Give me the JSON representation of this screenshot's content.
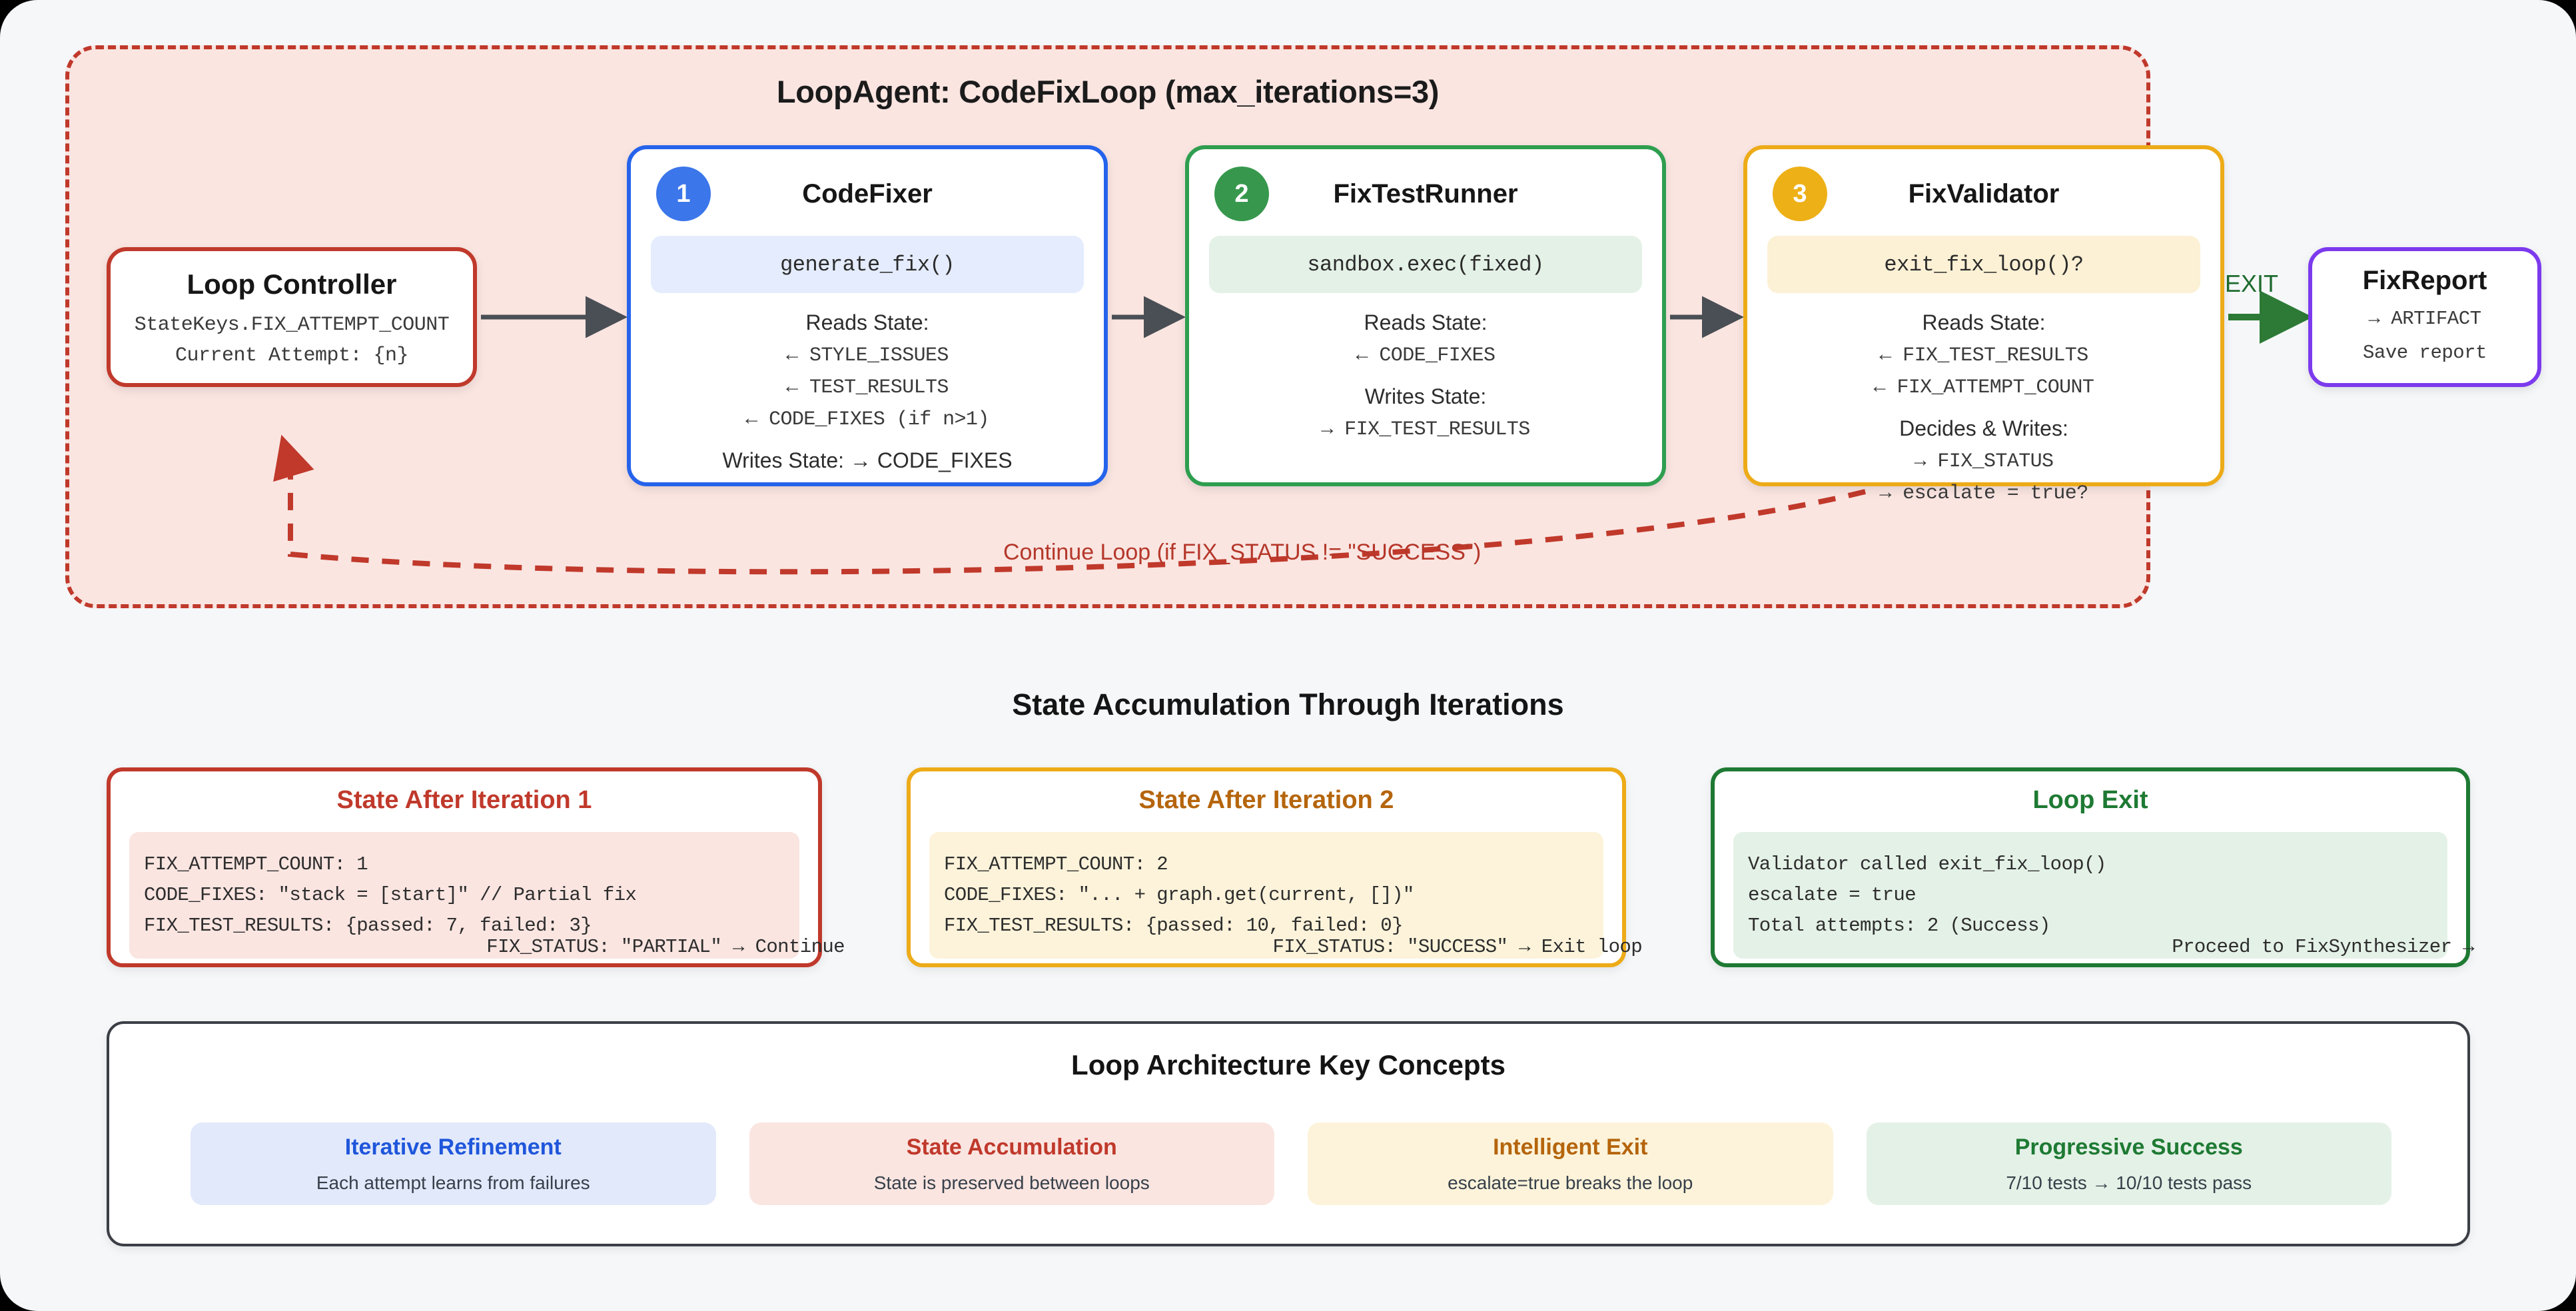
{
  "loop": {
    "title": "LoopAgent: CodeFixLoop (max_iterations=3)",
    "continue_label": "Continue Loop (if FIX_STATUS != \"SUCCESS\")",
    "exit_label": "EXIT",
    "border_color": "#c0392b",
    "fill_color": "#fae5e1"
  },
  "loop_controller": {
    "title": "Loop Controller",
    "line1": "StateKeys.FIX_ATTEMPT_COUNT",
    "line2": "Current Attempt: {n}",
    "color": "#c0392b"
  },
  "agents": [
    {
      "badge": "1",
      "title": "CodeFixer",
      "code": "generate_fix()",
      "reads_label": "Reads State:",
      "reads": [
        "← STYLE_ISSUES",
        "← TEST_RESULTS",
        "← CODE_FIXES (if n>1)"
      ],
      "writes_inline": "Writes State: → CODE_FIXES",
      "writes_label": "",
      "writes": [],
      "extra": "",
      "color": "#2563eb",
      "badge_color": "#3b76ea",
      "chip_color": "#e4ecfd"
    },
    {
      "badge": "2",
      "title": "FixTestRunner",
      "code": "sandbox.exec(fixed)",
      "reads_label": "Reads State:",
      "reads": [
        "← CODE_FIXES"
      ],
      "writes_inline": "",
      "writes_label": "Writes State:",
      "writes": [
        "→ FIX_TEST_RESULTS"
      ],
      "extra": "",
      "color": "#2e9e4f",
      "badge_color": "#37984d",
      "chip_color": "#e4f1e7"
    },
    {
      "badge": "3",
      "title": "FixValidator",
      "code": "exit_fix_loop()?",
      "reads_label": "Reads State:",
      "reads": [
        "← FIX_TEST_RESULTS",
        "← FIX_ATTEMPT_COUNT"
      ],
      "writes_inline": "",
      "writes_label": "Decides & Writes:",
      "writes": [
        "→ FIX_STATUS"
      ],
      "extra": "→ escalate = true?",
      "color": "#edab18",
      "badge_color": "#edb017",
      "chip_color": "#fcf1d5"
    }
  ],
  "fix_report": {
    "title": "FixReport",
    "line1": "→ ARTIFACT",
    "line2": "Save report",
    "color": "#7c3aed"
  },
  "state_section": {
    "heading": "State Accumulation Through Iterations",
    "cards": [
      {
        "title": "State After Iteration 1",
        "lines": [
          "FIX_ATTEMPT_COUNT: 1",
          "CODE_FIXES: \"stack = [start]\" // Partial fix",
          "FIX_TEST_RESULTS: {passed: 7, failed: 3}"
        ],
        "footer": "FIX_STATUS: \"PARTIAL\" → Continue",
        "color": "#c0392b",
        "body_bg": "#fae5e1"
      },
      {
        "title": "State After Iteration 2",
        "lines": [
          "FIX_ATTEMPT_COUNT: 2",
          "CODE_FIXES: \"... + graph.get(current, [])\"",
          "FIX_TEST_RESULTS: {passed: 10, failed: 0}"
        ],
        "footer": "FIX_STATUS: \"SUCCESS\" → Exit loop",
        "color": "#edab18",
        "body_bg": "#fcf3da"
      },
      {
        "title": "Loop Exit",
        "lines": [
          "Validator called exit_fix_loop()",
          "escalate = true",
          "Total attempts: 2 (Success)"
        ],
        "footer": "Proceed to FixSynthesizer →",
        "color": "#1e7a33",
        "body_bg": "#e4f1e7"
      }
    ]
  },
  "key_concepts": {
    "heading": "Loop Architecture Key Concepts",
    "cards": [
      {
        "title": "Iterative Refinement",
        "sub": "Each attempt learns from failures",
        "color": "#1f56db",
        "bg": "#e2e9fb"
      },
      {
        "title": "State Accumulation",
        "sub": "State is preserved between loops",
        "color": "#c0392b",
        "bg": "#fae5e1"
      },
      {
        "title": "Intelligent Exit",
        "sub": "escalate=true breaks the loop",
        "color": "#b5650c",
        "bg": "#fcf3da"
      },
      {
        "title": "Progressive Success",
        "sub": "7/10 tests → 10/10 tests pass",
        "color": "#1e7a33",
        "bg": "#e4f1e7"
      }
    ]
  }
}
